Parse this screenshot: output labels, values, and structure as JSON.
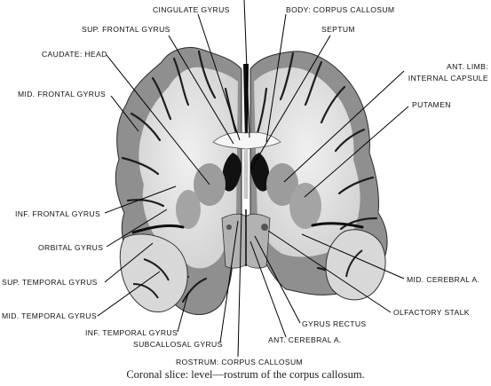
{
  "labels": {
    "cingulate_gyrus": "CINGULATE GYRUS",
    "body_corpus_callosum": "BODY: CORPUS CALLOSUM",
    "sup_frontal_gyrus": "SUP. FRONTAL GYRUS",
    "septum": "SEPTUM",
    "caudate_head": "CAUDATE: HEAD",
    "ant_limb_line1": "ANT. LIMB:",
    "ant_limb_line2": "INTERNAL CAPSULE",
    "mid_frontal_gyrus": "MID. FRONTAL GYRUS",
    "putamen": "PUTAMEN",
    "inf_frontal_gyrus": "INF. FRONTAL GYRUS",
    "orbital_gyrus": "ORBITAL GYRUS",
    "sup_temporal_gyrus": "SUP. TEMPORAL GYRUS",
    "mid_cerebral_a": "MID. CEREBRAL A.",
    "olfactory_stalk": "OLFACTORY STALK",
    "mid_temporal_gyrus": "MID. TEMPORAL GYRUS",
    "gyrus_rectus": "GYRUS RECTUS",
    "inf_temporal_gyrus": "INF. TEMPORAL GYRUS",
    "subcallosal_gyrus": "SUBCALLOSAL GYRUS",
    "ant_cerebral_a": "ANT. CEREBRAL A.",
    "rostrum_corpus_callosum": "ROSTRUM: CORPUS CALLOSUM"
  },
  "caption": "Coronal slice: level—rostrum of the corpus callosum.",
  "colors": {
    "background": "#ffffff",
    "cortex": "#8f8f8f",
    "white_matter": "#e6e6e6",
    "deep_gray": "#9c9c9c",
    "sulcus": "#1e1e1e",
    "leader": "#000000"
  }
}
